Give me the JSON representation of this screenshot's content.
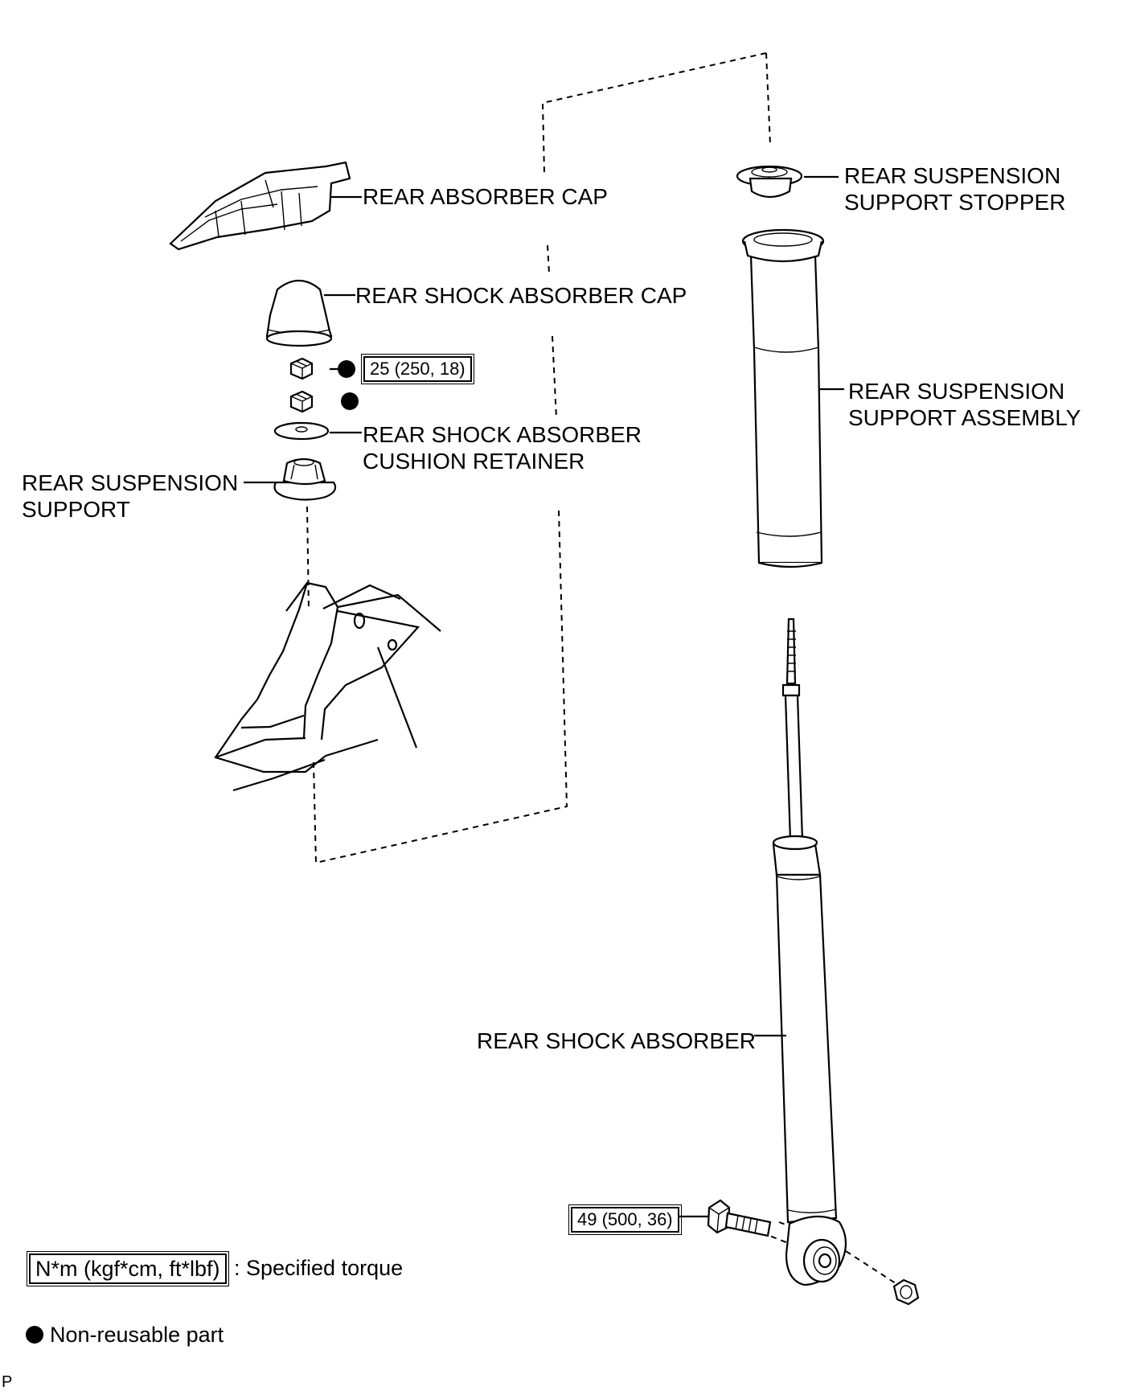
{
  "labels": {
    "rear_absorber_cap": "REAR ABSORBER CAP",
    "rear_shock_absorber_cap": "REAR SHOCK ABSORBER CAP",
    "cushion_retainer_line1": "REAR SHOCK ABSORBER",
    "cushion_retainer_line2": "CUSHION RETAINER",
    "rear_suspension_support_line1": "REAR SUSPENSION",
    "rear_suspension_support_line2": "SUPPORT",
    "support_stopper_line1": "REAR SUSPENSION",
    "support_stopper_line2": "SUPPORT STOPPER",
    "support_assembly_line1": "REAR SUSPENSION",
    "support_assembly_line2": "SUPPORT ASSEMBLY",
    "rear_shock_absorber": "REAR SHOCK ABSORBER"
  },
  "torques": {
    "upper_nut": "25 (250, 18)",
    "lower_bolt": "49 (500, 36)"
  },
  "legend": {
    "torque_box": "N*m (kgf*cm, ft*lbf)",
    "torque_desc": ": Specified torque",
    "non_reusable": "Non-reusable part"
  },
  "corner_mark": "P"
}
